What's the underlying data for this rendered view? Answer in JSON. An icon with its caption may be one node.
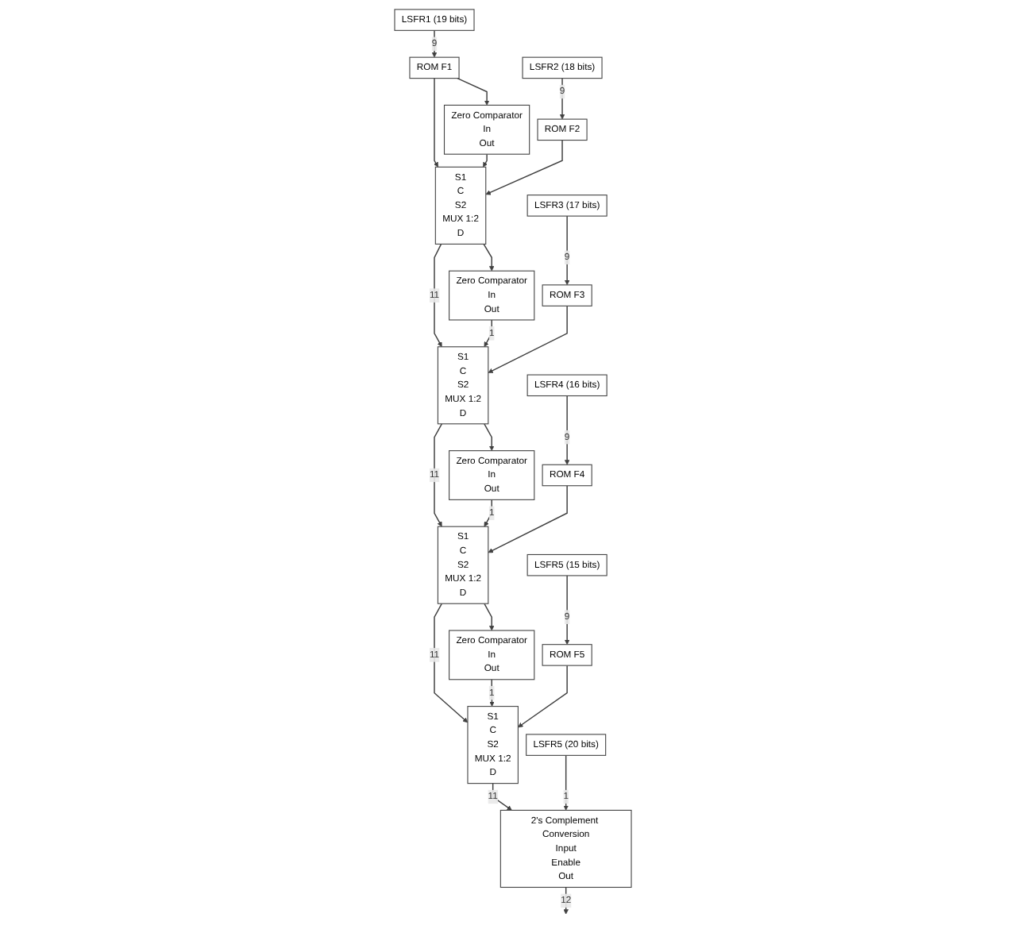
{
  "diagram": {
    "nodes": [
      {
        "text": [
          "LSFR1 (19 bits)"
        ]
      },
      {
        "text": [
          "ROM F1"
        ]
      },
      {
        "text": [
          "Zero Comparator",
          "In",
          "Out"
        ]
      },
      {
        "text": [
          "S1",
          "C",
          "S2",
          "MUX 1:2",
          "D"
        ]
      },
      {
        "text": [
          "LSFR2 (18 bits)"
        ]
      },
      {
        "text": [
          "ROM F2"
        ]
      },
      {
        "text": [
          "Zero Comparator",
          "In",
          "Out"
        ]
      },
      {
        "text": [
          "S1",
          "C",
          "S2",
          "MUX 1:2",
          "D"
        ]
      },
      {
        "text": [
          "LSFR3 (17 bits)"
        ]
      },
      {
        "text": [
          "ROM F3"
        ]
      },
      {
        "text": [
          "Zero Comparator",
          "In",
          "Out"
        ]
      },
      {
        "text": [
          "S1",
          "C",
          "S2",
          "MUX 1:2",
          "D"
        ]
      },
      {
        "text": [
          "LSFR4 (16 bits)"
        ]
      },
      {
        "text": [
          "ROM F4"
        ]
      },
      {
        "text": [
          "Zero Comparator",
          "In",
          "Out"
        ]
      },
      {
        "text": [
          "S1",
          "C",
          "S2",
          "MUX 1:2",
          "D"
        ]
      },
      {
        "text": [
          "LSFR5 (15 bits)"
        ]
      },
      {
        "text": [
          "ROM F5"
        ]
      },
      {
        "text": [
          "LSFR5 (20 bits)"
        ]
      },
      {
        "text": [
          "2's Complement Conversion",
          "Input",
          "Enable",
          "Out"
        ]
      }
    ],
    "edges": [
      {
        "from": 0,
        "to": 1,
        "arrow": "to",
        "label": "9"
      },
      {
        "from": 4,
        "to": 5,
        "arrow": "to",
        "label": "9"
      },
      {
        "from": 8,
        "to": 9,
        "arrow": "to",
        "label": "9"
      },
      {
        "from": 12,
        "to": 13,
        "arrow": "to",
        "label": "9"
      },
      {
        "from": 16,
        "to": 17,
        "arrow": "to",
        "label": "9"
      },
      {
        "from": 1,
        "to": 3,
        "arrow": "to"
      },
      {
        "from": 1,
        "to": 2,
        "arrow": "to"
      },
      {
        "from": 2,
        "to": 3,
        "arrow": "to"
      },
      {
        "from": 5,
        "to": 3,
        "arrow": "to"
      },
      {
        "from": 3,
        "to": 7,
        "arrow": "to",
        "label": "11"
      },
      {
        "from": 3,
        "to": 6,
        "arrow": "to"
      },
      {
        "from": 6,
        "to": 7,
        "arrow": "to",
        "label": "1"
      },
      {
        "from": 9,
        "to": 7,
        "arrow": "to"
      },
      {
        "from": 7,
        "to": 11,
        "arrow": "to",
        "label": "11"
      },
      {
        "from": 7,
        "to": 10,
        "arrow": "to"
      },
      {
        "from": 10,
        "to": 11,
        "arrow": "to",
        "label": "1"
      },
      {
        "from": 13,
        "to": 11,
        "arrow": "to"
      },
      {
        "from": 11,
        "to": 15,
        "arrow": "to",
        "label": "11"
      },
      {
        "from": 11,
        "to": 14,
        "arrow": "to"
      },
      {
        "from": 14,
        "to": 15,
        "arrow": "to",
        "label": "1"
      },
      {
        "from": 17,
        "to": 15,
        "arrow": "to"
      },
      {
        "from": 15,
        "to": 19,
        "arrow": "to",
        "label": "11"
      },
      {
        "from": 18,
        "to": 19,
        "arrow": "to",
        "label": "1"
      },
      {
        "from": 19,
        "to": null,
        "arrow": "to",
        "label": "12"
      }
    ]
  }
}
